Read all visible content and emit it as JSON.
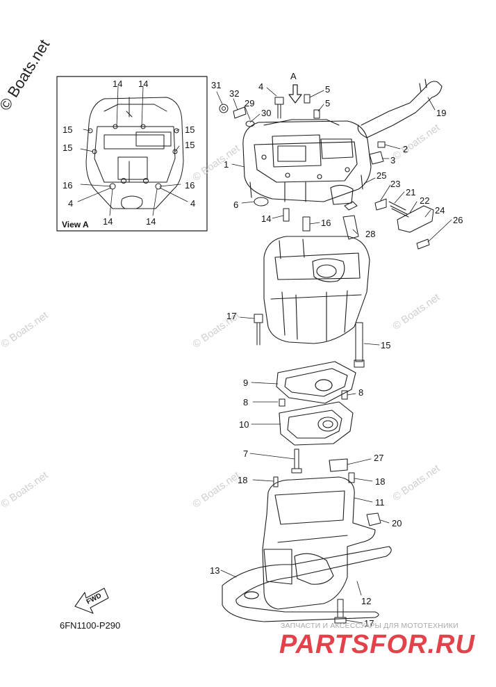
{
  "diagram": {
    "code": "6FN1100-P290",
    "view_label": "View A",
    "arrow_label": "A",
    "fwd_label": "FWD",
    "watermark_main": "© Boats.net",
    "watermark_small": "© Boats.net",
    "shop_tagline": "ЗАПЧАСТИ И АКСЕССУАРЫ ДЛЯ МОТОТЕХНИКИ",
    "shop_logo": "PARTSFOR.RU",
    "inset_labels": [
      "14",
      "14",
      "15",
      "15",
      "15",
      "15",
      "16",
      "16",
      "4",
      "4",
      "14",
      "14"
    ],
    "main_labels": [
      "31",
      "32",
      "4",
      "5",
      "5",
      "29",
      "30",
      "19",
      "2",
      "1",
      "3",
      "25",
      "23",
      "21",
      "22",
      "24",
      "26",
      "6",
      "14",
      "16",
      "28",
      "17",
      "15",
      "9",
      "8",
      "8",
      "10",
      "7",
      "27",
      "18",
      "18",
      "11",
      "20",
      "13",
      "12",
      "17"
    ]
  },
  "colors": {
    "line": "#1a1a1a",
    "watermark": "#cfcfcf",
    "logo": "#e3424a"
  }
}
